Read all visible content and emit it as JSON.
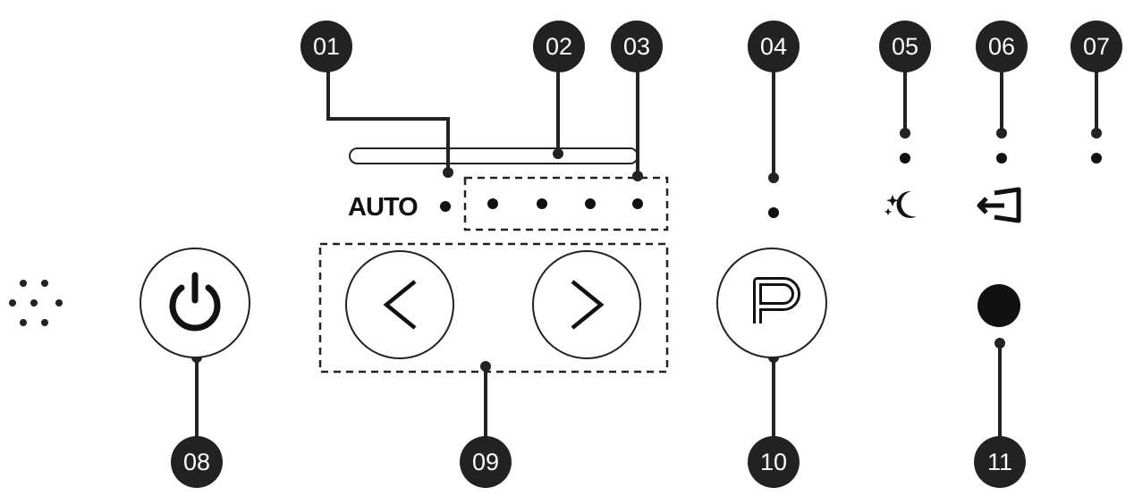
{
  "panel": {
    "auto_label": "AUTO"
  },
  "callouts": {
    "c01": "01",
    "c02": "02",
    "c03": "03",
    "c04": "04",
    "c05": "05",
    "c06": "06",
    "c07": "07",
    "c08": "08",
    "c09": "09",
    "c10": "10",
    "c11": "11"
  },
  "colors": {
    "ink": "#111111",
    "callout_fill": "#222222",
    "background": "#ffffff"
  },
  "icons": {
    "power": "power-icon",
    "left": "chevron-left-icon",
    "right": "chevron-right-icon",
    "program": "letter-p-icon",
    "sleep": "moon-stars-icon",
    "exit": "door-exit-icon",
    "speaker": "speaker-dots-icon",
    "sensor": "sensor-dot-icon"
  }
}
